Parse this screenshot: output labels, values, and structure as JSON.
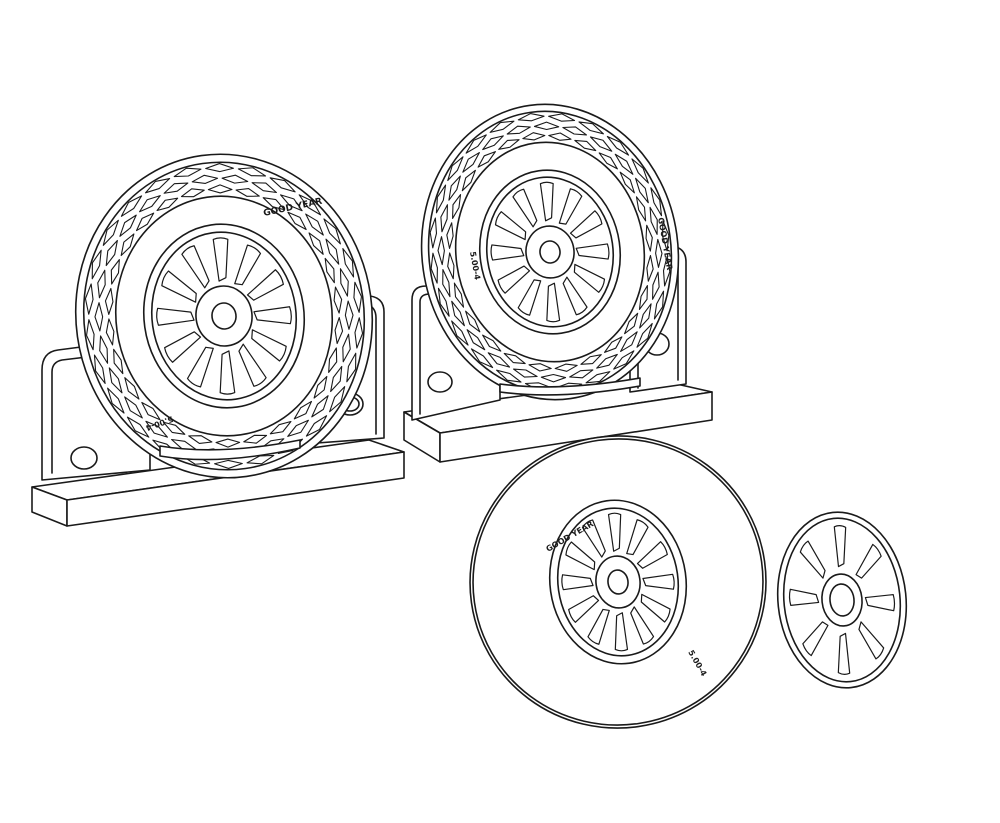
{
  "colors": {
    "line": "#1a1a1a",
    "background": "#ffffff"
  },
  "brand_text": "GOOD YEAR",
  "tire_size_text": "5.00-4",
  "parts": [
    {
      "name": "wheel-on-stand-left",
      "tread": "diamond"
    },
    {
      "name": "wheel-on-stand-right",
      "tread": "diamond"
    },
    {
      "name": "wheel-smooth-tire",
      "tread": "smooth"
    },
    {
      "name": "hub-cover-disc"
    }
  ]
}
